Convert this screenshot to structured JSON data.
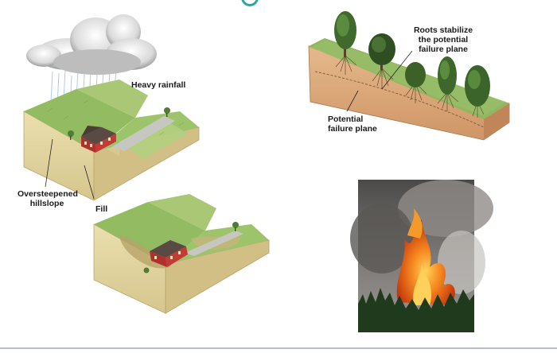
{
  "labels": {
    "heavy_rainfall": "Heavy rainfall",
    "oversteepened_line1": "Oversteepened",
    "oversteepened_line2": "hillslope",
    "fill": "Fill",
    "roots_line1": "Roots stabilize",
    "roots_line2": "the potential",
    "roots_line3": "failure plane",
    "potential_line1": "Potential",
    "potential_line2": "failure plane"
  },
  "colors": {
    "grass": "#8fb760",
    "soil_face": "#e6d9a6",
    "soil_side": "#d7c58c",
    "cross_section_soil": "#d9a577",
    "house_wall": "#b0302e",
    "house_roof": "#5a4a44",
    "fire": "#ef6a1e",
    "smoke": "#6e6c6a",
    "accent_ring": "#2aa6a0"
  }
}
